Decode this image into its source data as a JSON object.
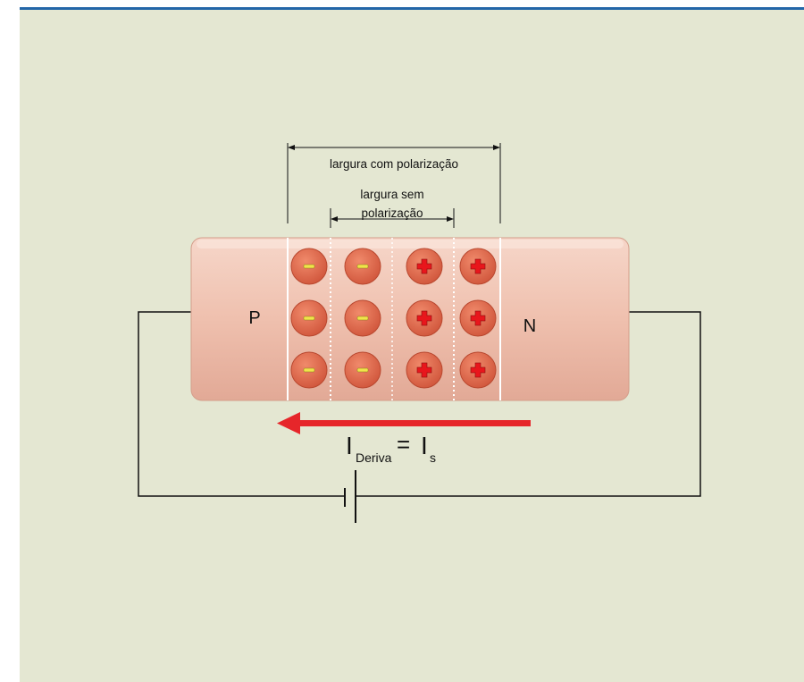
{
  "colors": {
    "background": "#e4e7d2",
    "top_bar": "#2366a8",
    "semiconductor": "#f2c4b3",
    "ion_fill": "#e06a4e",
    "negative_sign": "#f0e44a",
    "positive_sign": "#e8161c",
    "drift_arrow": "#e6262a",
    "wire": "#111111"
  },
  "labels": {
    "width_with_bias": "largura com polarização",
    "width_without_bias_line1": "largura sem",
    "width_without_bias_line2": "polarização",
    "p_region": "P",
    "n_region": "N"
  },
  "current_equation": {
    "main_left": "I",
    "subscript_left": "Deriva",
    "equals": "=",
    "main_right": "I",
    "subscript_right": "s"
  },
  "ions": {
    "negative_columns": 2,
    "positive_columns": 2,
    "rows": 3,
    "negative_icon": "minus-icon",
    "positive_icon": "plus-icon"
  }
}
